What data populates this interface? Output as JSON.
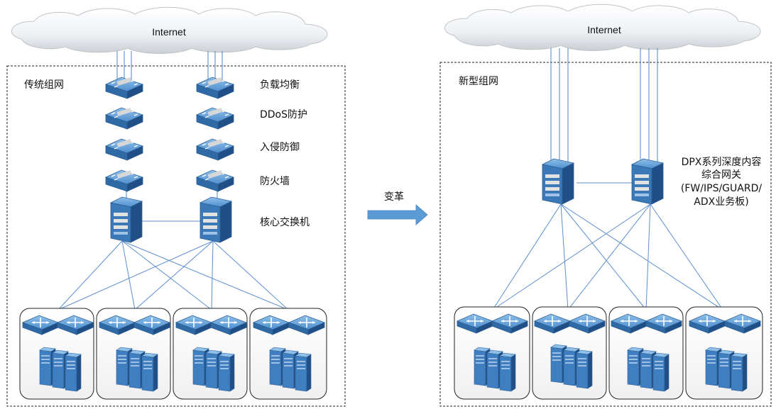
{
  "cloud_label": "Internet",
  "left": {
    "title": "传统组网",
    "layers": [
      "负载均衡",
      "DDoS防护",
      "入侵防御",
      "防火墙"
    ],
    "core_label": "核心交换机"
  },
  "transition_label": "变革",
  "right": {
    "title": "新型组网",
    "device_label_lines": [
      "DPX系列深度内容",
      "综合网关",
      "(FW/IPS/GUARD/",
      "ADX业务板)"
    ]
  },
  "colors": {
    "link": "#5b8fd0",
    "device": "#3f7fc1",
    "arrow": "#5b9bd5"
  }
}
